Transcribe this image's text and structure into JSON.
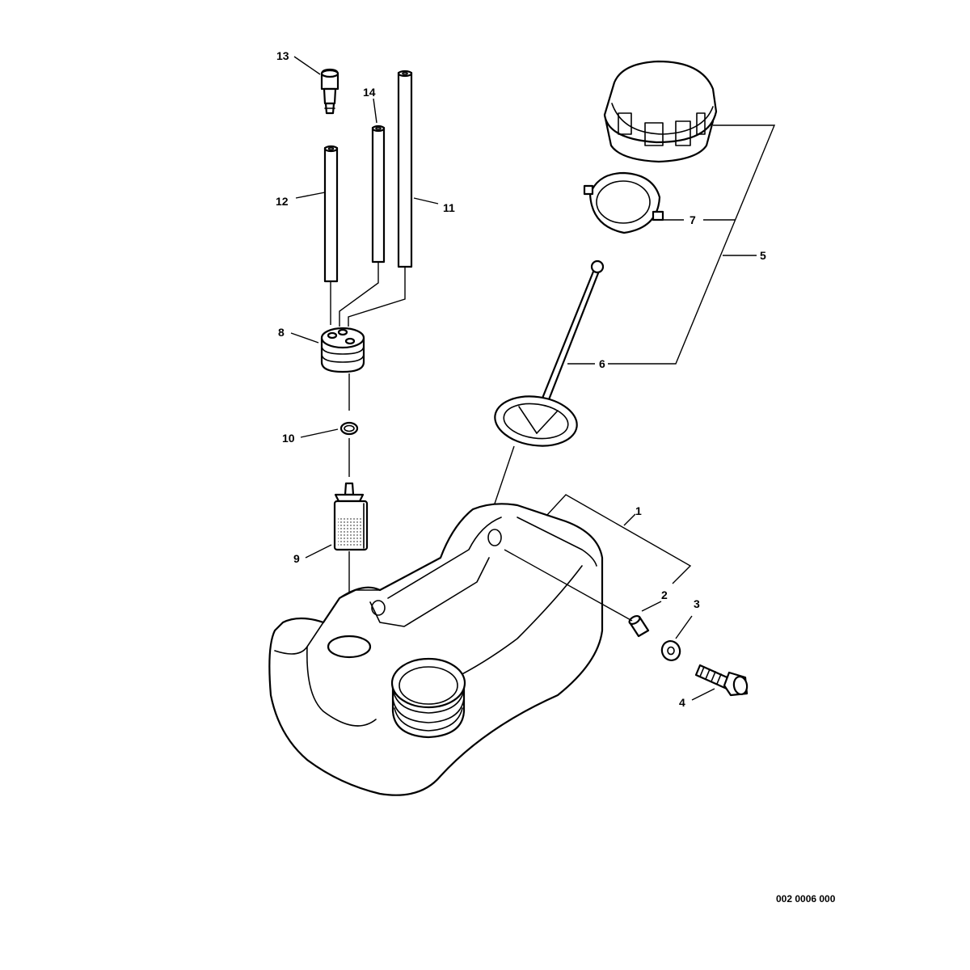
{
  "diagram": {
    "callouts": [
      {
        "id": "1",
        "part": "fuel-tank"
      },
      {
        "id": "2",
        "part": "spacer"
      },
      {
        "id": "3",
        "part": "washer"
      },
      {
        "id": "4",
        "part": "bolt"
      },
      {
        "id": "5",
        "part": "fuel-cap-assembly"
      },
      {
        "id": "6",
        "part": "cap-retainer-strap"
      },
      {
        "id": "7",
        "part": "cap-gasket"
      },
      {
        "id": "8",
        "part": "grommet"
      },
      {
        "id": "9",
        "part": "fuel-filter"
      },
      {
        "id": "10",
        "part": "o-ring"
      },
      {
        "id": "11",
        "part": "fuel-line-long"
      },
      {
        "id": "12",
        "part": "fuel-line-medium"
      },
      {
        "id": "13",
        "part": "check-valve"
      },
      {
        "id": "14",
        "part": "fuel-line-short"
      }
    ],
    "reference_code": "002 0006 000"
  }
}
